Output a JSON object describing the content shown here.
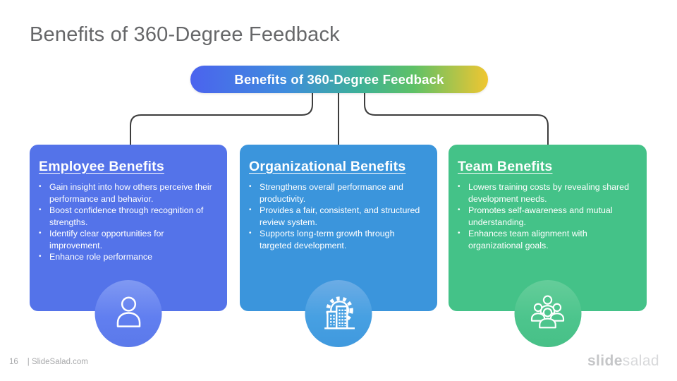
{
  "page_title": "Benefits of 360-Degree Feedback",
  "banner": {
    "label": "Benefits of 360-Degree Feedback"
  },
  "bullet_char": "•",
  "cards": [
    {
      "title": "Employee Benefits",
      "icon": "person-icon",
      "color": "#5473e9",
      "bullets": [
        "Gain insight into how others perceive their performance and behavior.",
        "Boost confidence through recognition of strengths.",
        "Identify clear opportunities for improvement.",
        "Enhance role performance"
      ]
    },
    {
      "title": "Organizational Benefits",
      "icon": "organization-gear-icon",
      "color": "#3b95dc",
      "bullets": [
        "Strengthens overall performance and productivity.",
        "Provides a fair, consistent, and structured review system.",
        "Supports long-term growth through targeted development."
      ]
    },
    {
      "title": "Team Benefits",
      "icon": "team-icon",
      "color": "#44c288",
      "bullets": [
        "Lowers training costs by revealing shared development needs.",
        "Promotes self-awareness and mutual understanding.",
        "Enhances team alignment with organizational goals."
      ]
    }
  ],
  "footer": {
    "page_number": "16",
    "site_label": "| SlideSalad.com"
  },
  "logo": {
    "bold_part": "slide",
    "light_part": "salad"
  },
  "colors": {
    "title_text": "#666769",
    "connector": "#3d3d3d",
    "banner_gradient_start": "#4b63ee",
    "banner_gradient_mid": "#3db197",
    "banner_gradient_end": "#f0c631",
    "card_text": "#ffffff",
    "footer_text": "#a7a8aa"
  }
}
